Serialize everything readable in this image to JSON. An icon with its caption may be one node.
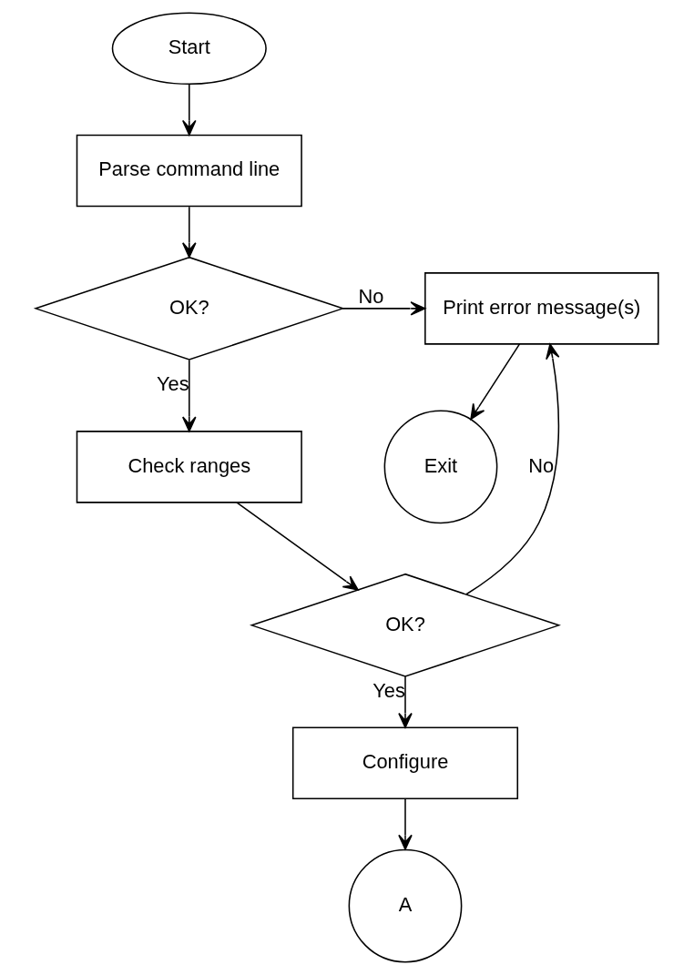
{
  "diagram": {
    "nodes": [
      {
        "text": [
          "Start"
        ]
      },
      {
        "text": [
          "Parse command line"
        ]
      },
      {
        "text": [
          "OK?"
        ]
      },
      {
        "text": [
          "Print error message(s)"
        ]
      },
      {
        "text": [
          "Exit"
        ]
      },
      {
        "text": [
          "Check ranges"
        ]
      },
      {
        "text": [
          "OK?"
        ]
      },
      {
        "text": [
          "Configure"
        ]
      },
      {
        "text": [
          "A"
        ]
      }
    ],
    "edges": [
      {
        "from": 0,
        "to": 1,
        "arrow": "to"
      },
      {
        "from": 1,
        "to": 2,
        "arrow": "to"
      },
      {
        "from": 2,
        "to": 3,
        "arrow": "to",
        "label": "No"
      },
      {
        "from": 3,
        "to": 4,
        "arrow": "to"
      },
      {
        "from": 2,
        "to": 5,
        "arrow": "to",
        "label": "Yes"
      },
      {
        "from": 5,
        "to": 6,
        "arrow": "to"
      },
      {
        "from": 6,
        "to": 3,
        "arrow": "to",
        "label": "No"
      },
      {
        "from": 6,
        "to": 7,
        "arrow": "to",
        "label": "Yes"
      },
      {
        "from": 7,
        "to": 8,
        "arrow": "to"
      }
    ]
  }
}
